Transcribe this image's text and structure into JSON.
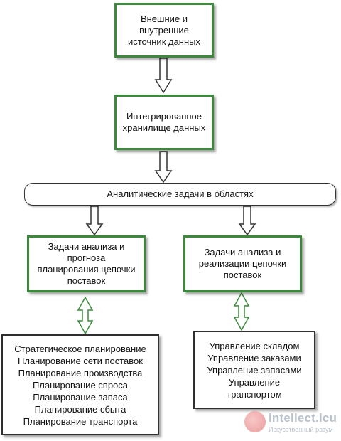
{
  "diagram": {
    "box_sources": "Внешние и\nвнутренние\nисточник данных",
    "box_warehouse": "Интегрированное\nхранилище данных",
    "box_analytic": "Аналитические задачи в областях",
    "box_left_task": "Задачи анализа и\nпрогноза\nпланирования цепочки\nпоставок",
    "box_right_task": "Задачи анализа и\nреализации цепочки\nпоставок",
    "box_left_list": "Стратегическое планирование\nПланирование сети поставок\nПланирование производства\nПланирование спроса\nПланирование запаса\nПланирование сбыта\nПланирование транспорта",
    "box_right_list": "Управление складом\nУправление заказами\nУправление запасами\nУправление\nтранспортом"
  },
  "watermark": {
    "site": "intellect.icu",
    "subtitle": "Искусственный разум"
  },
  "colors": {
    "green_border": "#3b8a3b",
    "dark_border": "#2f2f2f",
    "arrow_stroke": "#333333",
    "double_arrow_stroke": "#3b8a3b"
  }
}
